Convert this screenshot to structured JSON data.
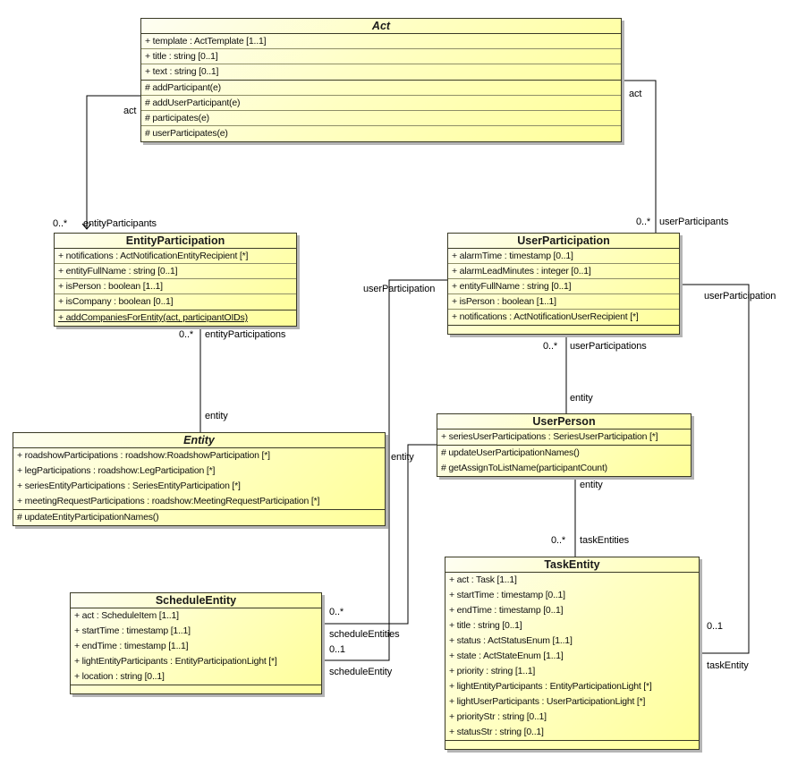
{
  "colors": {
    "background": "#ffffff",
    "box_fill_start": "#fefef2",
    "box_fill_end": "#ffff99",
    "box_border": "#3a3a26",
    "shadow": "#b4b4b4",
    "line": "#000000"
  },
  "classes": {
    "act": {
      "name": "Act",
      "abstract": true,
      "attributes": [
        "+ template : ActTemplate [1..1]",
        "+ title : string [0..1]",
        "+ text : string [0..1]"
      ],
      "operations": [
        "# addParticipant(e)",
        "# addUserParticipant(e)",
        "# participates(e)",
        "# userParticipates(e)"
      ]
    },
    "entityParticipation": {
      "name": "EntityParticipation",
      "abstract": false,
      "attributes": [
        "+ notifications : ActNotificationEntityRecipient [*]",
        "+ entityFullName : string [0..1]",
        "+ isPerson : boolean [1..1]",
        "+ isCompany : boolean [0..1]"
      ],
      "operations": [
        {
          "text": "+ addCompaniesForEntity(act, participantOIDs)",
          "underline": true
        }
      ]
    },
    "userParticipation": {
      "name": "UserParticipation",
      "abstract": false,
      "attributes": [
        "+ alarmTime : timestamp [0..1]",
        "+ alarmLeadMinutes : integer [0..1]",
        "+ entityFullName : string [0..1]",
        "+ isPerson : boolean [1..1]",
        "+ notifications : ActNotificationUserRecipient [*]"
      ],
      "operations": []
    },
    "entity": {
      "name": "Entity",
      "abstract": true,
      "attributes": [
        "+ roadshowParticipations : roadshow:RoadshowParticipation [*]",
        "+ legParticipations : roadshow:LegParticipation [*]",
        "+ seriesEntityParticipations : SeriesEntityParticipation [*]",
        "+ meetingRequestParticipations : roadshow:MeetingRequestParticipation [*]"
      ],
      "operations": [
        "# updateEntityParticipationNames()"
      ]
    },
    "userPerson": {
      "name": "UserPerson",
      "abstract": false,
      "attributes": [
        "+ seriesUserParticipations : SeriesUserParticipation [*]"
      ],
      "operations": [
        "# updateUserParticipationNames()",
        "# getAssignToListName(participantCount)"
      ]
    },
    "scheduleEntity": {
      "name": "ScheduleEntity",
      "abstract": false,
      "attributes": [
        "+ act : ScheduleItem [1..1]",
        "+ startTime : timestamp [1..1]",
        "+ endTime : timestamp [1..1]",
        "+ lightEntityParticipants : EntityParticipationLight [*]",
        "+ location : string [0..1]"
      ],
      "operations": []
    },
    "taskEntity": {
      "name": "TaskEntity",
      "abstract": false,
      "attributes": [
        "+ act : Task [1..1]",
        "+ startTime : timestamp [0..1]",
        "+ endTime : timestamp [0..1]",
        "+ title : string [0..1]",
        "+ status : ActStatusEnum [1..1]",
        "+ state : ActStateEnum [1..1]",
        "+ priority : string [1..1]",
        "+ lightEntityParticipants : EntityParticipationLight [*]",
        "+ lightUserParticipants : UserParticipationLight [*]",
        "+ priorityStr : string [0..1]",
        "+ statusStr : string [0..1]"
      ],
      "operations": []
    }
  },
  "edges": {
    "act_entity": {
      "source_role": "act",
      "target_mult": "0..*",
      "target_role": "entityParticipants"
    },
    "act_user": {
      "source_role": "act",
      "target_mult": "0..*",
      "target_role": "userParticipants"
    },
    "ep_entity": {
      "source_mult": "0..*",
      "source_role": "entityParticipations",
      "target_role": "entity"
    },
    "up_person": {
      "source_mult": "0..*",
      "source_role": "userParticipations",
      "target_role": "entity"
    },
    "person_task": {
      "source_role": "entity",
      "target_mult": "0..*",
      "target_role": "taskEntities"
    },
    "up_schedule": {
      "source_role": "userParticipation",
      "target_mult": "0..1",
      "target_role": "scheduleEntity"
    },
    "person_schedule": {
      "source_role": "entity",
      "target_mult": "0..*",
      "target_role": "scheduleEntities"
    },
    "up_task": {
      "source_role": "userParticipation",
      "target_mult": "0..1",
      "target_role": "taskEntity"
    }
  }
}
